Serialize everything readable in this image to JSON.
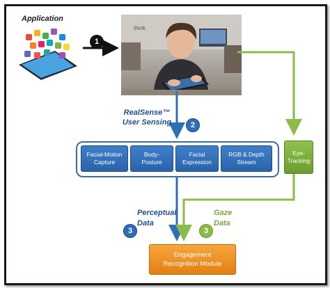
{
  "application_label": "Application",
  "step_badges": {
    "one": "1",
    "two": "2",
    "three_perceptual": "3",
    "three_gaze": "3"
  },
  "realsense_label": "RealSense™\nUser Sensing",
  "sensing_modules": [
    "Facial-Motion\nCapture",
    "Body-\nPosture",
    "Facial\nExpression",
    "RGB & Depth\nStream"
  ],
  "eye_tracking_label": "Eye-\nTracking",
  "perceptual_data_label": "Perceptual\nData",
  "gaze_data_label": "Gaze\nData",
  "engagement_module_label": "Engagement\nRecognition Module",
  "photo_text": "think",
  "colors": {
    "blue": "#2f6fb8",
    "green": "#8cbc48",
    "orange": "#ee9222",
    "dark_text": "#1f4f8f"
  },
  "icons": {
    "tablet": "tablet-with-app-icons",
    "photo": "child-using-tablet-photo"
  }
}
